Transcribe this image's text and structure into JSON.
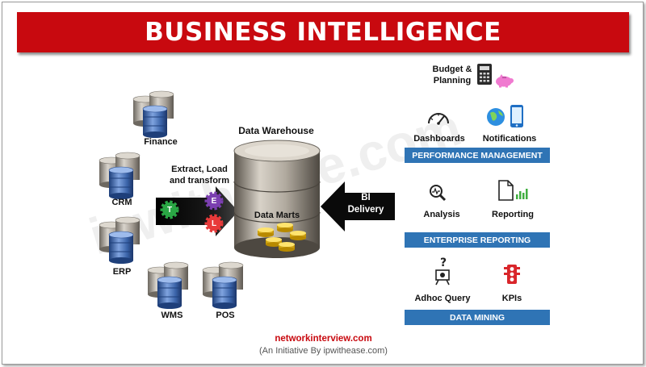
{
  "title": "BUSINESS INTELLIGENCE",
  "sources": [
    "Finance",
    "CRM",
    "ERP",
    "WMS",
    "POS"
  ],
  "etl": {
    "label_line1": "Extract, Load",
    "label_line2": "and transform",
    "gears": [
      {
        "letter": "T",
        "color": "#2aa745",
        "icon": "gear-icon"
      },
      {
        "letter": "E",
        "color": "#7b3fb0",
        "icon": "gear-icon"
      },
      {
        "letter": "L",
        "color": "#e83a3a",
        "icon": "gear-icon"
      }
    ]
  },
  "warehouse": {
    "title": "Data Warehouse",
    "marts_label": "Data Marts"
  },
  "delivery": {
    "line1": "BI",
    "line2": "Delivery"
  },
  "performance_management": {
    "items": {
      "budget": {
        "line1": "Budget &",
        "line2": "Planning",
        "icon": "calculator-icon"
      },
      "piggy": {
        "icon": "piggy-bank-icon"
      },
      "dashboards": {
        "label": "Dashboards",
        "icon": "gauge-icon"
      },
      "notifications": {
        "label": "Notifications",
        "icon": "globe-phone-icon"
      }
    },
    "bar": "PERFORMANCE MANAGEMENT"
  },
  "enterprise_reporting": {
    "items": {
      "analysis": {
        "label": "Analysis",
        "icon": "magnifier-icon"
      },
      "reporting": {
        "label": "Reporting",
        "icon": "document-chart-icon"
      }
    },
    "bar": "ENTERPRISE REPORTING"
  },
  "data_mining": {
    "items": {
      "adhoc": {
        "label": "Adhoc Query",
        "icon": "question-presenter-icon"
      },
      "kpis": {
        "label": "KPIs",
        "icon": "traffic-light-icon"
      }
    },
    "bar": "DATA MINING"
  },
  "colors": {
    "banner": "#c8090f",
    "bar": "#2f74b5",
    "db_silver": "#a9a39b",
    "db_blue": "#3a63a8"
  },
  "watermark": "ipwithease.com",
  "footer": {
    "site": "networkinterview.com",
    "tagline": "(An Initiative By ipwithease.com)"
  }
}
